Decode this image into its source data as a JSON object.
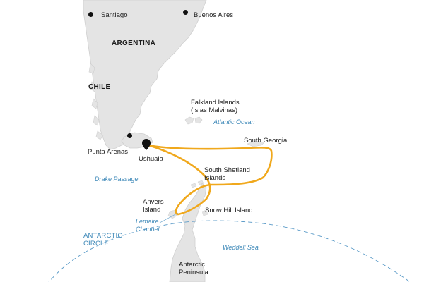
{
  "map": {
    "cities": {
      "santiago": "Santiago",
      "buenos_aires": "Buenos Aires",
      "punta_arenas": "Punta Arenas",
      "ushuaia": "Ushuaia"
    },
    "countries": {
      "argentina": "ARGENTINA",
      "chile": "CHILE"
    },
    "places": {
      "falkland_line1": "Falkland Islands",
      "falkland_line2": "(Islas Malvinas)",
      "south_georgia": "South Georgia",
      "south_shetland_line1": "South Shetland",
      "south_shetland_line2": "Islands",
      "anvers_line1": "Anvers",
      "anvers_line2": "Island",
      "snow_hill": "Snow Hill Island",
      "antarctic_peninsula_line1": "Antarctic",
      "antarctic_peninsula_line2": "Peninsula"
    },
    "water": {
      "atlantic": "Atlantic Ocean",
      "drake": "Drake Passage",
      "lemaire_line1": "Lemaire",
      "lemaire_line2": "Channel",
      "weddell": "Weddell Sea"
    },
    "circle": {
      "line1": "ANTARCTIC",
      "line2": "CIRCLE"
    },
    "colors": {
      "land": "#e4e4e4",
      "land_outline": "#c8c8c8",
      "route": "#f0a81c",
      "water_text": "#3d88b8",
      "circle_line": "#5b9bc8",
      "city_dot": "#111111"
    },
    "icons": {
      "start_marker": "map-pin-icon"
    }
  }
}
